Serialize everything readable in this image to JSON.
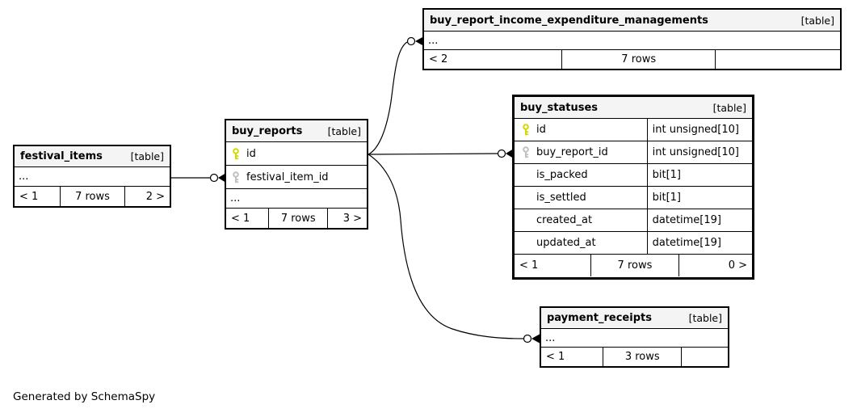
{
  "diagram": {
    "generated_note": "Generated by SchemaSpy",
    "colors": {
      "header_bg": "#f4f4f4",
      "border": "#000000",
      "primary_key": "#d6d600",
      "foreign_key": "#c0c0c0",
      "background": "#ffffff"
    }
  },
  "tables": {
    "buy_report_income_expenditure_managements": {
      "name": "buy_report_income_expenditure_managements",
      "tag": "[table]",
      "more_row": "...",
      "footer": [
        "< 2",
        "7 rows",
        ""
      ]
    },
    "buy_statuses": {
      "name": "buy_statuses",
      "tag": "[table]",
      "columns": [
        {
          "icon": "primary-key",
          "name": "id",
          "type": "int unsigned[10]"
        },
        {
          "icon": "foreign-key",
          "name": "buy_report_id",
          "type": "int unsigned[10]"
        },
        {
          "icon": "",
          "name": "is_packed",
          "type": "bit[1]"
        },
        {
          "icon": "",
          "name": "is_settled",
          "type": "bit[1]"
        },
        {
          "icon": "",
          "name": "created_at",
          "type": "datetime[19]"
        },
        {
          "icon": "",
          "name": "updated_at",
          "type": "datetime[19]"
        }
      ],
      "footer": [
        "< 1",
        "7 rows",
        "0 >"
      ]
    },
    "buy_reports": {
      "name": "buy_reports",
      "tag": "[table]",
      "columns": [
        {
          "icon": "primary-key",
          "name": "id"
        },
        {
          "icon": "foreign-key",
          "name": "festival_item_id"
        }
      ],
      "more_row": "...",
      "footer": [
        "< 1",
        "7 rows",
        "3 >"
      ]
    },
    "festival_items": {
      "name": "festival_items",
      "tag": "[table]",
      "more_row": "...",
      "footer": [
        "< 1",
        "7 rows",
        "2 >"
      ]
    },
    "payment_receipts": {
      "name": "payment_receipts",
      "tag": "[table]",
      "more_row": "...",
      "footer": [
        "< 1",
        "3 rows",
        ""
      ]
    }
  },
  "relationships": [
    {
      "from": "festival_items",
      "to": "buy_reports.festival_item_id"
    },
    {
      "from": "buy_reports.id",
      "to": "buy_report_income_expenditure_managements"
    },
    {
      "from": "buy_reports.id",
      "to": "buy_statuses.buy_report_id"
    },
    {
      "from": "buy_reports.id",
      "to": "payment_receipts"
    }
  ]
}
